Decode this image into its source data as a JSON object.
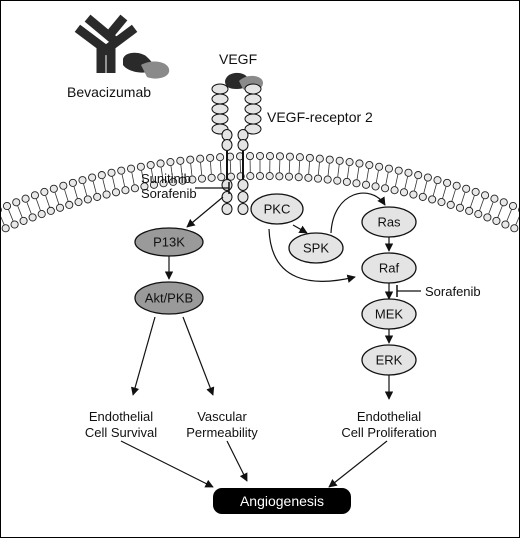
{
  "labels": {
    "bevacizumab": "Bevacizumab",
    "vegf": "VEGF",
    "vegf_receptor": "VEGF-receptor 2",
    "sunitinib": "Sunitinib",
    "sorafenib_membrane": "Sorafenib",
    "sorafenib_raf": "Sorafenib"
  },
  "nodes": {
    "p13k": "P13K",
    "akt": "Akt/PKB",
    "pkc": "PKC",
    "spk": "SPK",
    "ras": "Ras",
    "raf": "Raf",
    "mek": "MEK",
    "erk": "ERK"
  },
  "outcomes": {
    "survival_line1": "Endothelial",
    "survival_line2": "Cell Survival",
    "permeability_line1": "Vascular",
    "permeability_line2": "Permeability",
    "proliferation_line1": "Endothelial",
    "proliferation_line2": "Cell Proliferation"
  },
  "result": {
    "angiogenesis": "Angiogenesis"
  },
  "colors": {
    "dark_node": "#9a9a9a",
    "light_node": "#e4e4e4",
    "membrane_bead": "#e8e8e8",
    "antibody": "#2a2a2a",
    "vegf_ligand": "#8a8a8a",
    "result_fill": "#000000"
  }
}
